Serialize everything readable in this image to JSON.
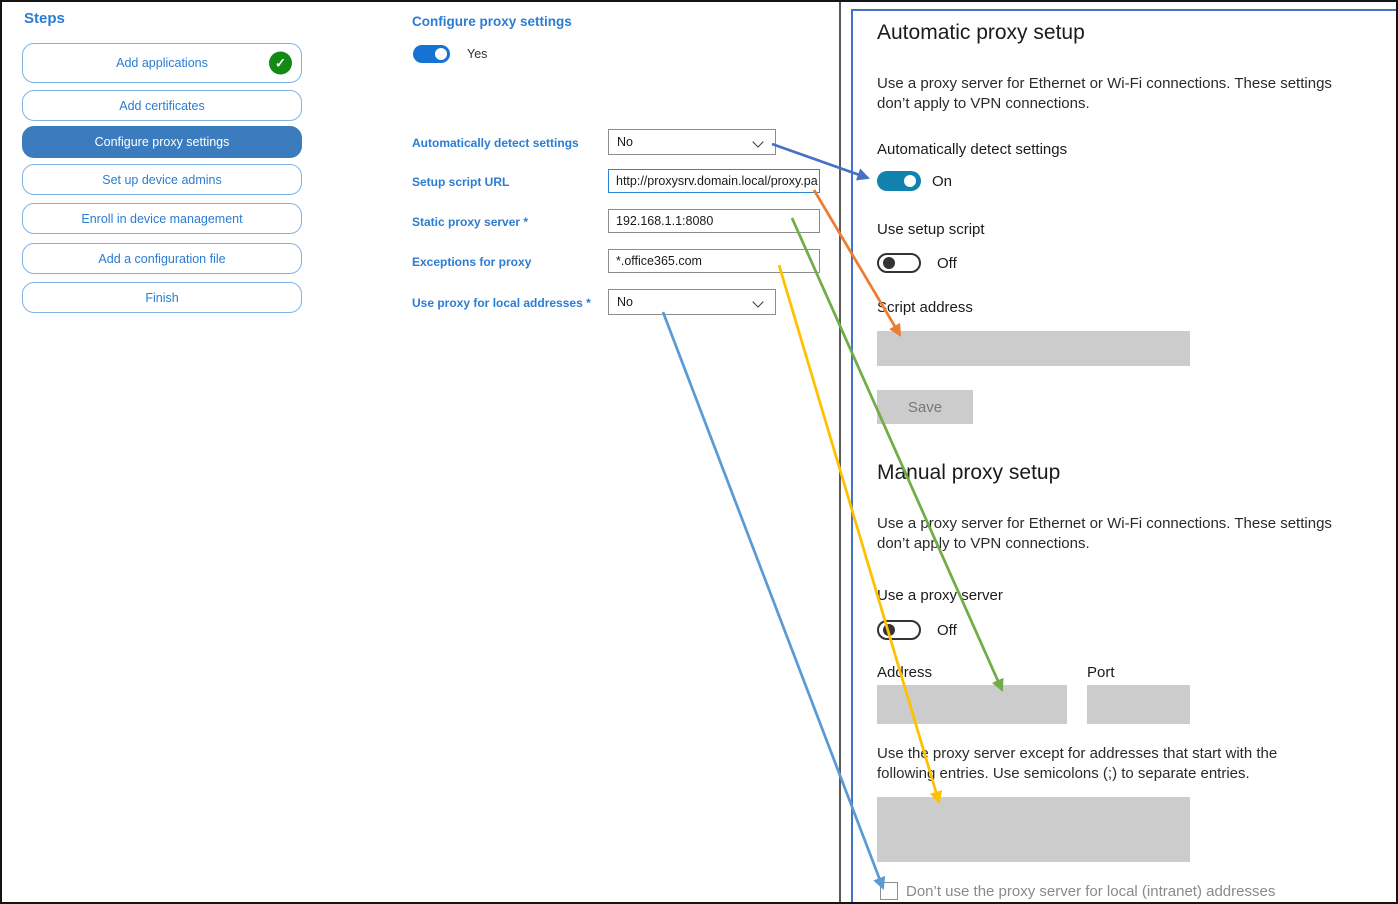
{
  "sidebar": {
    "title": "Steps",
    "items": [
      {
        "label": "Add applications",
        "status": "completed"
      },
      {
        "label": "Add certificates",
        "status": "default"
      },
      {
        "label": "Configure proxy settings",
        "status": "active"
      },
      {
        "label": "Set up device admins",
        "status": "default"
      },
      {
        "label": "Enroll in device management",
        "status": "default"
      },
      {
        "label": "Add a configuration file",
        "status": "default"
      },
      {
        "label": "Finish",
        "status": "default"
      }
    ]
  },
  "form": {
    "title": "Configure proxy settings",
    "enabled_toggle": {
      "label": "Yes",
      "state": "on"
    },
    "fields": [
      {
        "label": "Automatically detect settings",
        "type": "select",
        "value": "No"
      },
      {
        "label": "Setup script URL",
        "type": "text",
        "value": "http://proxysrv.domain.local/proxy.pa",
        "focused": true
      },
      {
        "label": "Static proxy server *",
        "type": "text",
        "value": "192.168.1.1:8080"
      },
      {
        "label": "Exceptions for proxy",
        "type": "text",
        "value": "*.office365.com"
      },
      {
        "label": "Use proxy for local addresses *",
        "type": "select",
        "value": "No"
      }
    ]
  },
  "settings_panel": {
    "automatic": {
      "title": "Automatic proxy setup",
      "description": "Use a proxy server for Ethernet or Wi-Fi connections. These settings\ndon’t apply to VPN connections.",
      "detect_label": "Automatically detect settings",
      "detect_state": "On",
      "script_toggle_label": "Use setup script",
      "script_toggle_state": "Off",
      "script_address_label": "Script address",
      "save_label": "Save"
    },
    "manual": {
      "title": "Manual proxy setup",
      "description": "Use a proxy server for Ethernet or Wi-Fi connections. These settings\ndon’t apply to VPN connections.",
      "use_proxy_label": "Use a proxy server",
      "use_proxy_state": "Off",
      "address_label": "Address",
      "port_label": "Port",
      "exceptions_description": "Use the proxy server except for addresses that start with the\nfollowing entries. Use semicolons (;) to separate entries.",
      "local_checkbox_label": "Don’t use the proxy server for local (intranet) addresses",
      "local_checkbox_checked": false
    }
  },
  "icons": {
    "completed_check": "✓"
  },
  "colors": {
    "accent_blue": "#2b7cd3",
    "active_step_bg": "#3a7cbe",
    "step_border": "#7fb2e5",
    "completed_green": "#158915",
    "toggle_on_left": "#1673d2",
    "toggle_on_right": "#1082ad",
    "panel_border": "#4472c4",
    "divider_gray": "#595959",
    "disabled_gray": "#cccccc"
  },
  "arrows": [
    {
      "name": "automatically-detect-settings-mapping",
      "color": "#4472C4"
    },
    {
      "name": "setup-script-url-mapping",
      "color": "#ED7D31"
    },
    {
      "name": "static-proxy-server-mapping",
      "color": "#70AD47"
    },
    {
      "name": "exceptions-for-proxy-mapping",
      "color": "#FFC000"
    },
    {
      "name": "use-proxy-local-addresses-mapping",
      "color": "#5B9BD5"
    }
  ]
}
